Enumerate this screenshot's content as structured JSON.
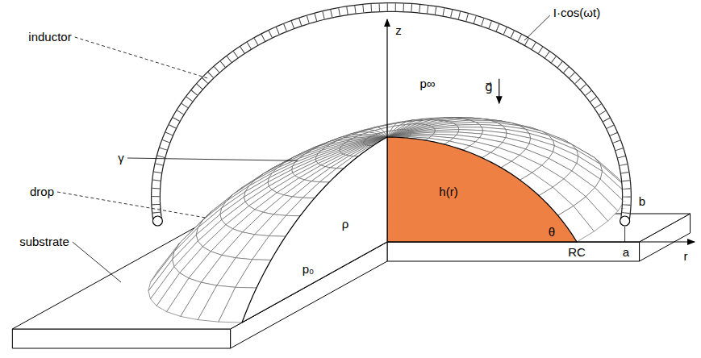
{
  "diagram": {
    "labels": [
      "z",
      "p∞",
      "I·cos(ωt)",
      "inductor",
      "g⃗",
      "γ",
      "drop",
      "h(r)",
      "ρ",
      "b",
      "substrate",
      "p₀",
      "θ",
      "RC",
      "a",
      "r"
    ]
  }
}
